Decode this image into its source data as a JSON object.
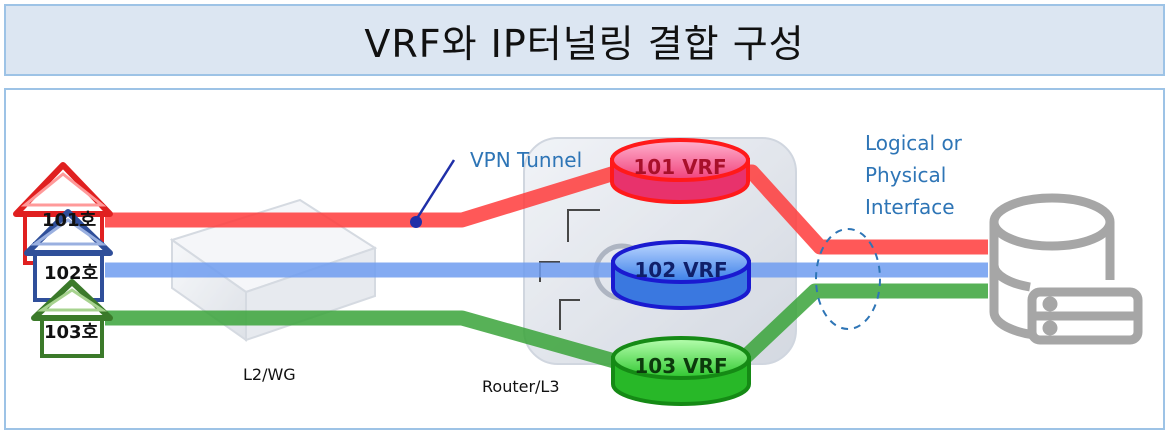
{
  "title": "VRF와 IP터널링 결합 구성",
  "units": [
    "101호",
    "102호",
    "103호"
  ],
  "vrfs": [
    "101 VRF",
    "102 VRF",
    "103 VRF"
  ],
  "labels": {
    "vpn_tunnel": "VPN Tunnel",
    "interface_line1": "Logical or",
    "interface_line2": "Physical",
    "interface_line3": "Interface",
    "switch": "L2/WG",
    "router": "Router/L3"
  },
  "colors": {
    "red": "#ff3b3b",
    "blue": "#6f9cf0",
    "green": "#3aa33a",
    "label_blue": "#2e75b6",
    "vrf_red": "#ff4f8a",
    "vrf_blue": "#4f8ff0",
    "vrf_green": "#3ecf3e"
  }
}
